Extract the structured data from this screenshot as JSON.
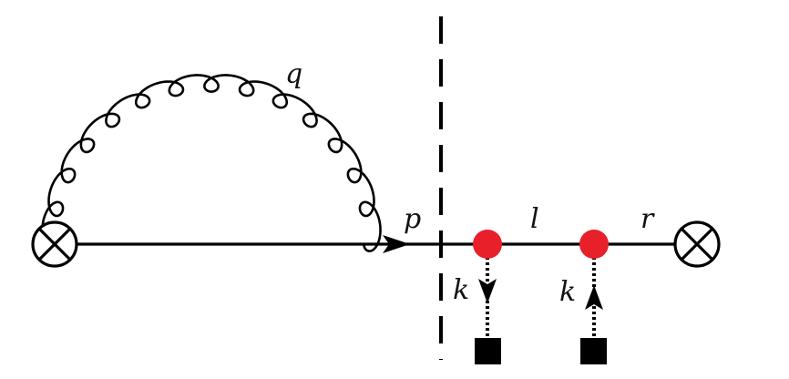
{
  "labels": {
    "gluon_momentum": "q",
    "quark_p": "p",
    "quark_l": "l",
    "quark_r": "r",
    "source_left": "k",
    "source_right": "k"
  },
  "colors": {
    "vertex": "#e8202a",
    "line": "#000000",
    "background": "#ffffff"
  },
  "icons": {
    "operator_vertex": "circled-cross-icon",
    "external_source": "filled-square-icon",
    "vertex": "red-dot-icon"
  }
}
